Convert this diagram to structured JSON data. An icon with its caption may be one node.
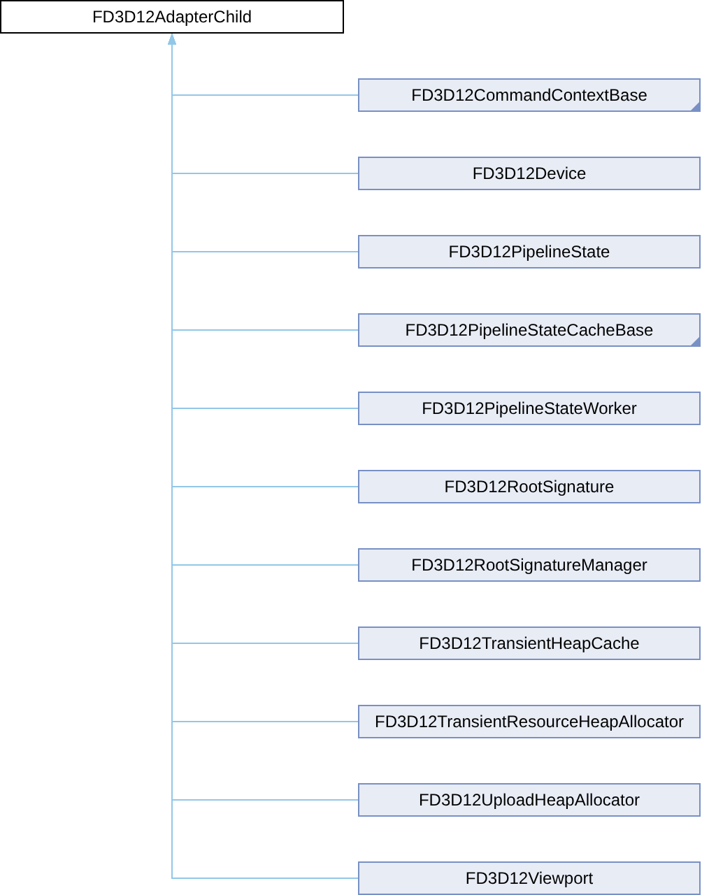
{
  "diagram": {
    "nodes": [
      {
        "text": [
          "FD3D12AdapterChild"
        ]
      },
      {
        "text": [
          "FD3D12CommandContextBase"
        ]
      },
      {
        "text": [
          "FD3D12Device"
        ]
      },
      {
        "text": [
          "FD3D12PipelineState"
        ]
      },
      {
        "text": [
          "FD3D12PipelineStateCacheBase"
        ]
      },
      {
        "text": [
          "FD3D12PipelineStateWorker"
        ]
      },
      {
        "text": [
          "FD3D12RootSignature"
        ]
      },
      {
        "text": [
          "FD3D12RootSignatureManager"
        ]
      },
      {
        "text": [
          "FD3D12TransientHeapCache"
        ]
      },
      {
        "text": [
          "FD3D12TransientResourceHeapAllocator"
        ]
      },
      {
        "text": [
          "FD3D12UploadHeapAllocator"
        ]
      },
      {
        "text": [
          "FD3D12Viewport"
        ]
      }
    ],
    "edges": [
      {
        "from": 1,
        "to": 0,
        "arrow": "to"
      },
      {
        "from": 2,
        "to": 0,
        "arrow": "to"
      },
      {
        "from": 3,
        "to": 0,
        "arrow": "to"
      },
      {
        "from": 4,
        "to": 0,
        "arrow": "to"
      },
      {
        "from": 5,
        "to": 0,
        "arrow": "to"
      },
      {
        "from": 6,
        "to": 0,
        "arrow": "to"
      },
      {
        "from": 7,
        "to": 0,
        "arrow": "to"
      },
      {
        "from": 8,
        "to": 0,
        "arrow": "to"
      },
      {
        "from": 9,
        "to": 0,
        "arrow": "to"
      },
      {
        "from": 10,
        "to": 0,
        "arrow": "to"
      },
      {
        "from": 11,
        "to": 0,
        "arrow": "to"
      }
    ]
  }
}
